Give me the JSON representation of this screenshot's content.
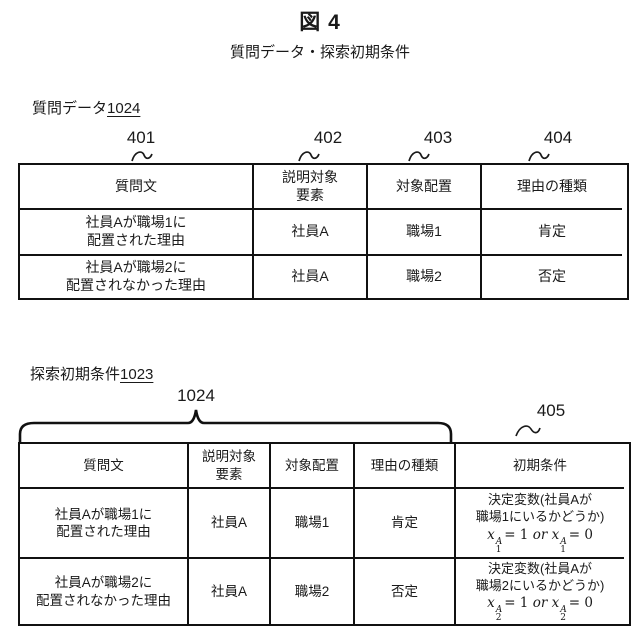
{
  "colors": {
    "ink": "#1a1a1a",
    "background": "#ffffff"
  },
  "figure": {
    "title": "図 4",
    "subtitle": "質問データ・探索初期条件"
  },
  "section1": {
    "label_text": "質問データ",
    "label_ref": "1024",
    "refs": [
      "401",
      "402",
      "403",
      "404"
    ],
    "table": {
      "columns": [
        "質問文",
        "説明対象\n要素",
        "対象配置",
        "理由の種類"
      ],
      "rows": [
        [
          "社員Aが職場1に\n配置された理由",
          "社員A",
          "職場1",
          "肯定"
        ],
        [
          "社員Aが職場2に\n配置されなかった理由",
          "社員A",
          "職場2",
          "否定"
        ]
      ]
    }
  },
  "section2": {
    "label_text": "探索初期条件",
    "label_ref": "1023",
    "brace_ref": "1024",
    "col_ref": "405",
    "table": {
      "columns": [
        "質問文",
        "説明対象\n要素",
        "対象配置",
        "理由の種類",
        "初期条件"
      ],
      "rows": [
        {
          "cells": [
            "社員Aが職場1に\n配置された理由",
            "社員A",
            "職場1",
            "肯定"
          ],
          "init": {
            "line1": "決定変数(社員Aが",
            "line2": "職場1にいるかどうか)",
            "math": {
              "lhs_var": "x",
              "lhs_sup": "A",
              "lhs_sub": "1",
              "rel1": "= 1",
              "op": "or",
              "rhs_var": "x",
              "rhs_sup": "A",
              "rhs_sub": "1",
              "rel2": "= 0"
            }
          }
        },
        {
          "cells": [
            "社員Aが職場2に\n配置されなかった理由",
            "社員A",
            "職場2",
            "否定"
          ],
          "init": {
            "line1": "決定変数(社員Aが",
            "line2": "職場2にいるかどうか)",
            "math": {
              "lhs_var": "x",
              "lhs_sup": "A",
              "lhs_sub": "2",
              "rel1": "= 1",
              "op": "or",
              "rhs_var": "x",
              "rhs_sup": "A",
              "rhs_sub": "2",
              "rel2": "= 0"
            }
          }
        }
      ]
    }
  }
}
